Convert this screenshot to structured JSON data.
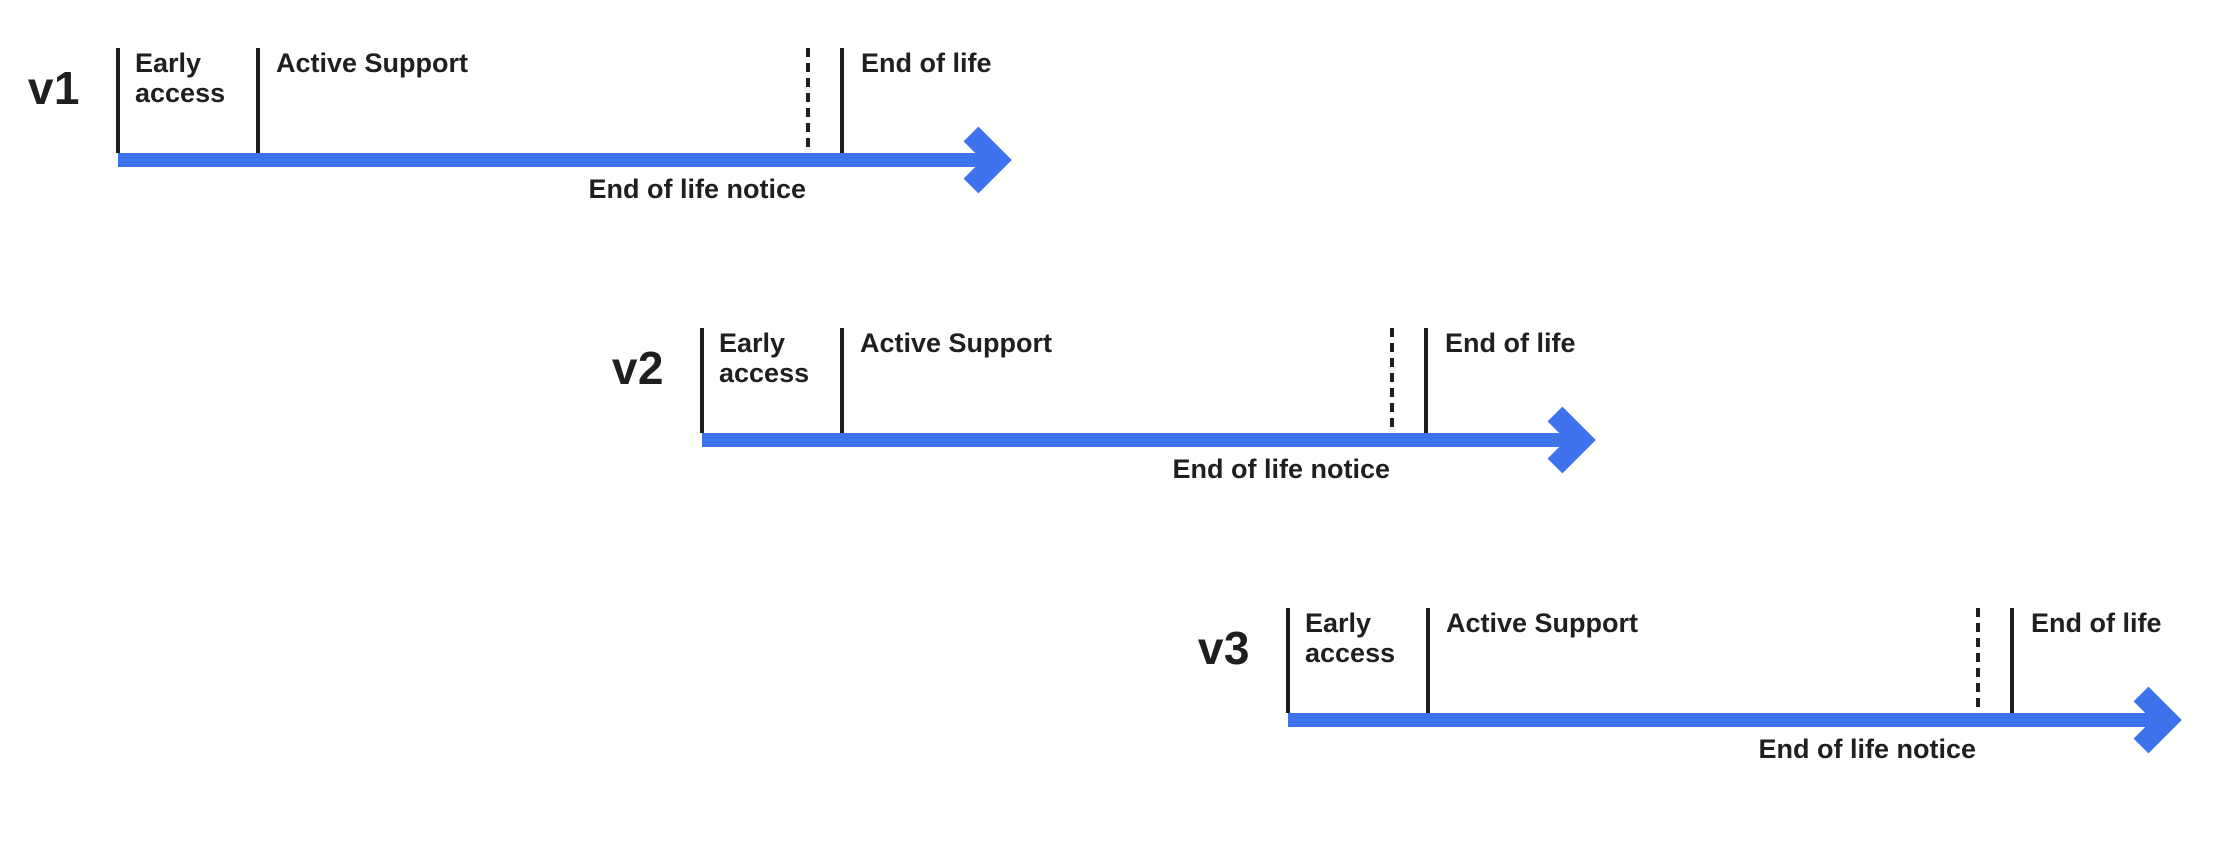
{
  "colors": {
    "accent": "#3E72EC",
    "ink": "#1F1F1F",
    "background": "#FFFFFF"
  },
  "timelines": [
    {
      "version_label": "v1",
      "labels": {
        "early_access": "Early access",
        "active_support": "Active Support",
        "end_of_life": "End of life",
        "end_of_life_notice": "End of life notice"
      }
    },
    {
      "version_label": "v2",
      "labels": {
        "early_access": "Early access",
        "active_support": "Active Support",
        "end_of_life": "End of life",
        "end_of_life_notice": "End of life notice"
      }
    },
    {
      "version_label": "v3",
      "labels": {
        "early_access": "Early access",
        "active_support": "Active Support",
        "end_of_life": "End of life",
        "end_of_life_notice": "End of life notice"
      }
    }
  ]
}
